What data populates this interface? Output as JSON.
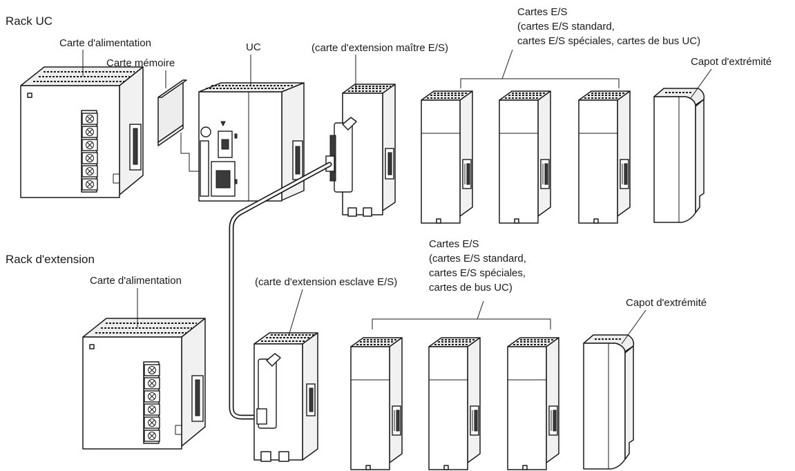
{
  "rack_cpu": {
    "title": "Rack UC",
    "power_supply": "Carte d'alimentation",
    "memory_card": "Carte mémoire",
    "cpu": "UC",
    "master_unit": "(carte d'extension maître E/S)",
    "io_units": [
      "Cartes E/S",
      "(cartes E/S standard,",
      "cartes E/S spéciales, cartes de bus UC)"
    ],
    "end_cover": "Capot d'extrémité"
  },
  "rack_expansion": {
    "title": "Rack d'extension",
    "power_supply": "Carte d'alimentation",
    "slave_unit": "(carte d'extension esclave E/S)",
    "io_units": [
      "Cartes E/S",
      "(cartes E/S standard,",
      "cartes E/S spéciales,",
      "cartes de bus UC)"
    ],
    "end_cover": "Capot d'extrémité"
  }
}
